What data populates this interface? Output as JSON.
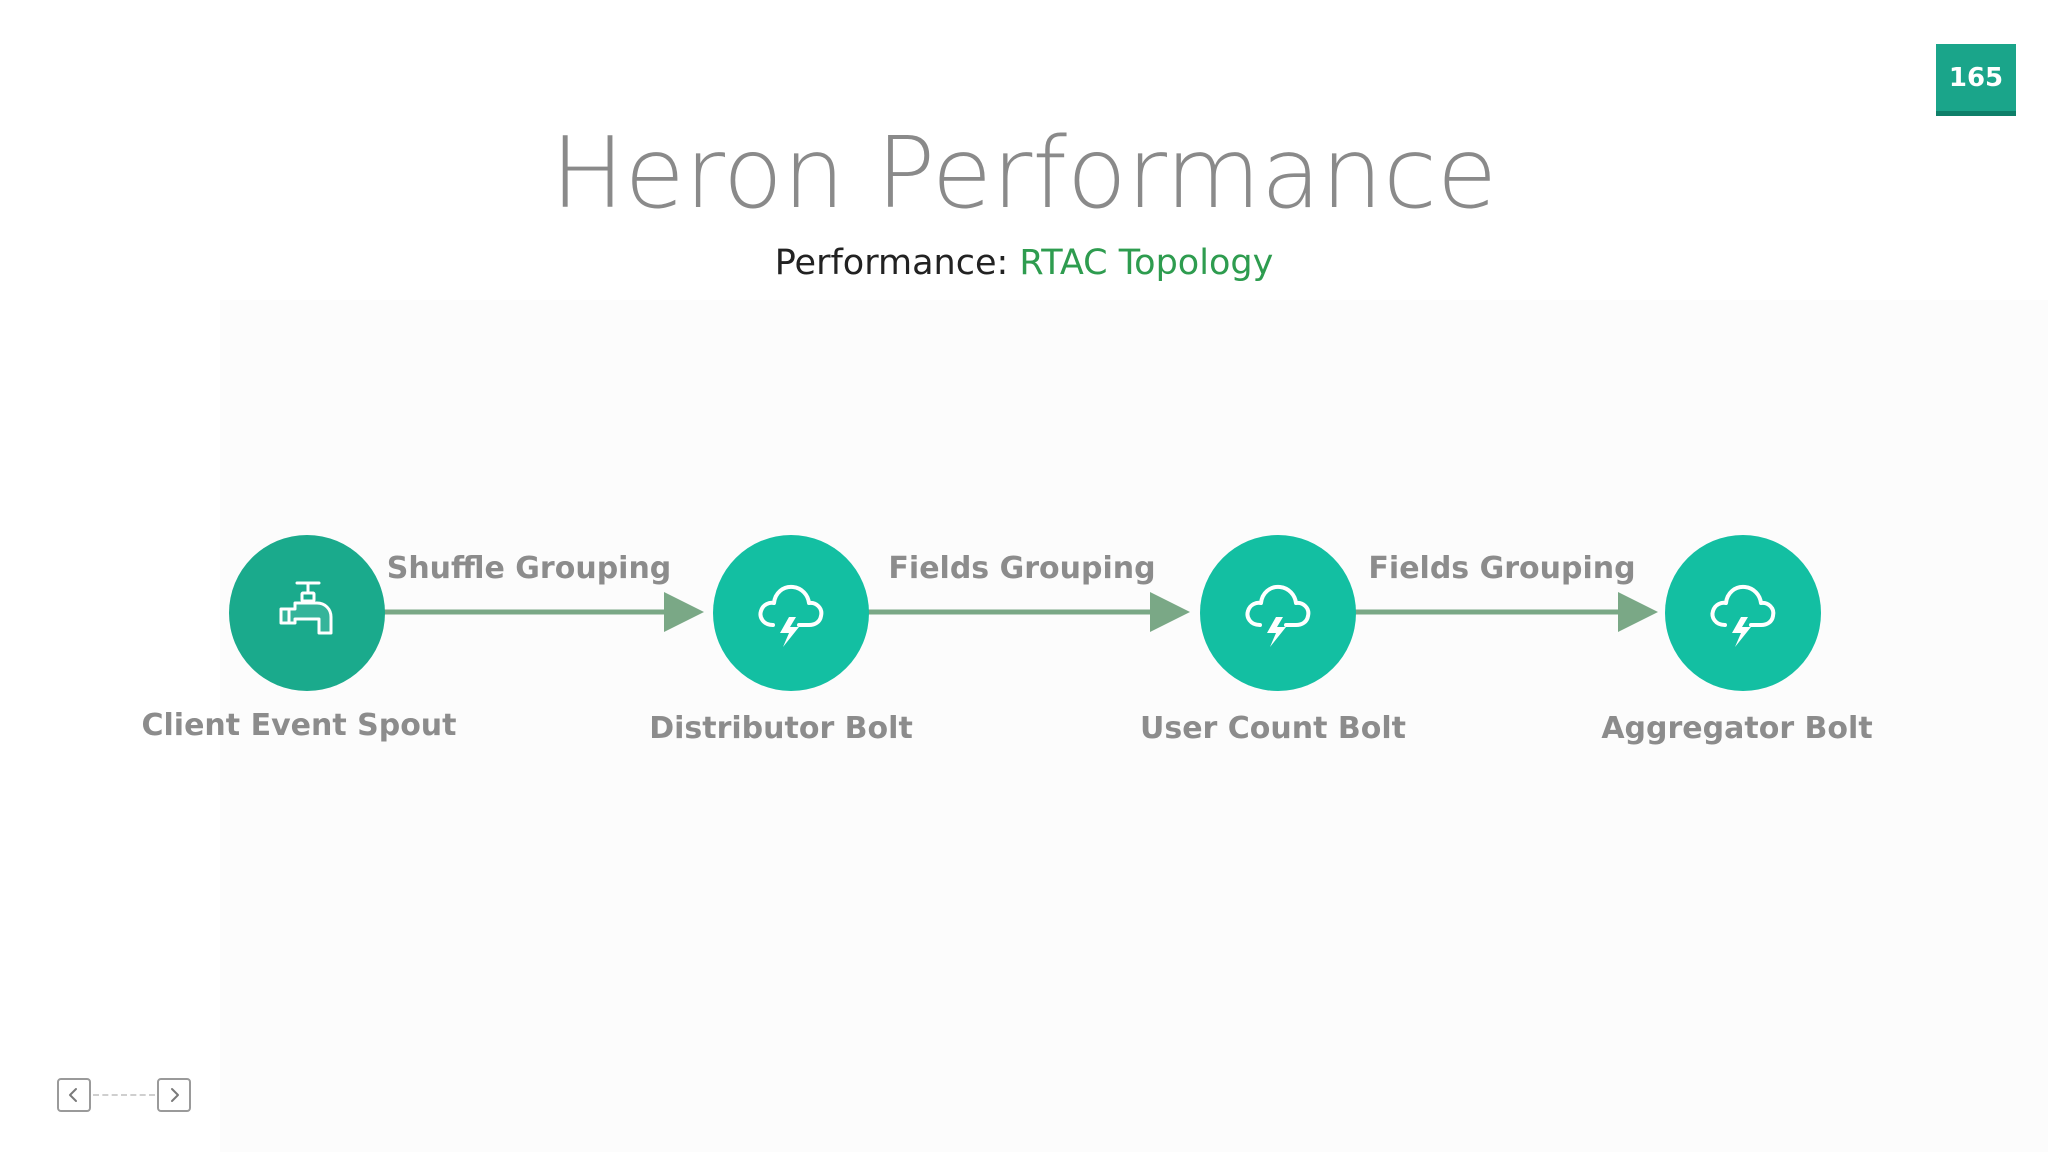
{
  "slide": {
    "page_number": "165",
    "title": "Heron Performance",
    "subtitle_prefix": "Performance: ",
    "subtitle_highlight": "RTAC Topology"
  },
  "topology": {
    "nodes": [
      {
        "id": "client-event-spout",
        "label": "Client Event Spout",
        "kind": "spout",
        "icon": "faucet-icon"
      },
      {
        "id": "distributor-bolt",
        "label": "Distributor Bolt",
        "kind": "bolt",
        "icon": "storm-cloud-icon"
      },
      {
        "id": "user-count-bolt",
        "label": "User Count Bolt",
        "kind": "bolt",
        "icon": "storm-cloud-icon"
      },
      {
        "id": "aggregator-bolt",
        "label": "Aggregator Bolt",
        "kind": "bolt",
        "icon": "storm-cloud-icon"
      }
    ],
    "edges": [
      {
        "from": "client-event-spout",
        "to": "distributor-bolt",
        "label": "Shuffle Grouping"
      },
      {
        "from": "distributor-bolt",
        "to": "user-count-bolt",
        "label": "Fields Grouping"
      },
      {
        "from": "user-count-bolt",
        "to": "aggregator-bolt",
        "label": "Fields Grouping"
      }
    ]
  },
  "navigation": {
    "prev_icon": "chevron-left-icon",
    "next_icon": "chevron-right-icon"
  },
  "colors": {
    "accent_green": "#2e9c4f",
    "node_teal": "#13bfa2",
    "spout_teal": "#1aaa8c",
    "arrow_green": "#7aa886",
    "badge_teal": "#1aa58a"
  }
}
